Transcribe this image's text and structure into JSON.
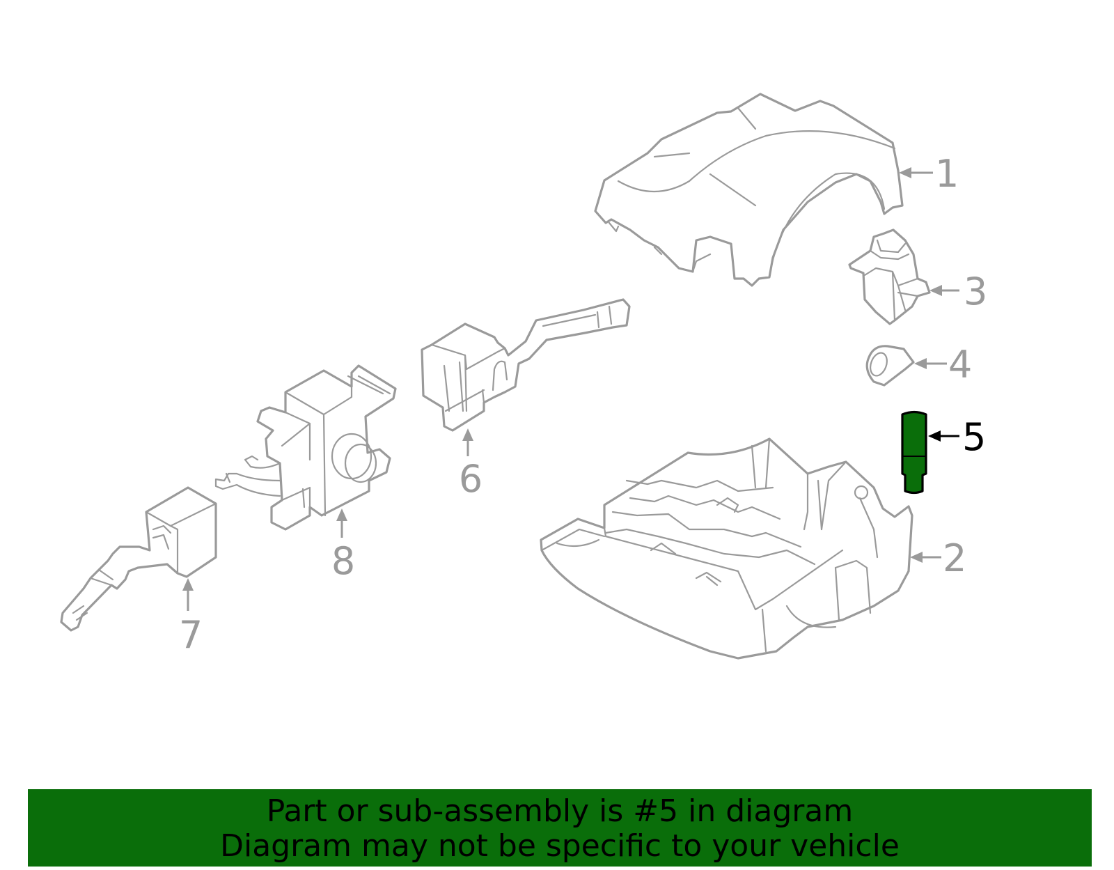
{
  "callouts": [
    {
      "id": "1",
      "label": "1"
    },
    {
      "id": "2",
      "label": "2"
    },
    {
      "id": "3",
      "label": "3"
    },
    {
      "id": "4",
      "label": "4"
    },
    {
      "id": "5",
      "label": "5"
    },
    {
      "id": "6",
      "label": "6"
    },
    {
      "id": "7",
      "label": "7"
    },
    {
      "id": "8",
      "label": "8"
    }
  ],
  "highlighted_part": "5",
  "colors": {
    "highlight_fill": "#0a6e0a",
    "outline": "#9a9a9a",
    "banner_background": "#0a6e0a"
  },
  "banner": {
    "line1": "Part or sub-assembly is #5 in diagram",
    "line2": "Diagram may not be specific to your vehicle"
  }
}
